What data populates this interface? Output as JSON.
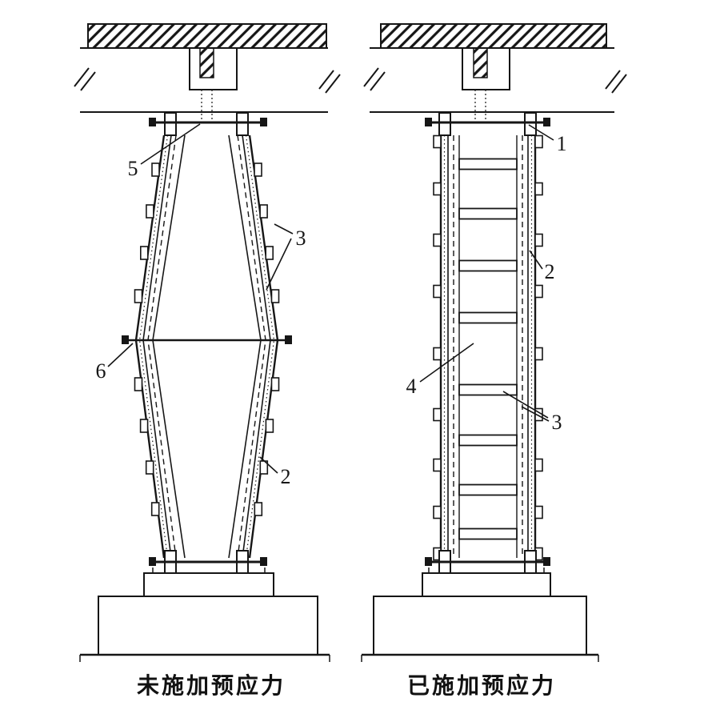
{
  "panels": {
    "left": {
      "caption": "未施加预应力",
      "labels": {
        "n5": "5",
        "n3": "3",
        "n6": "6",
        "n2": "2"
      }
    },
    "right": {
      "caption": "已施加预应力",
      "labels": {
        "n1": "1",
        "n2": "2",
        "n4": "4",
        "n3": "3"
      }
    }
  },
  "colors": {
    "ink": "#161616",
    "paper": "#ffffff"
  }
}
